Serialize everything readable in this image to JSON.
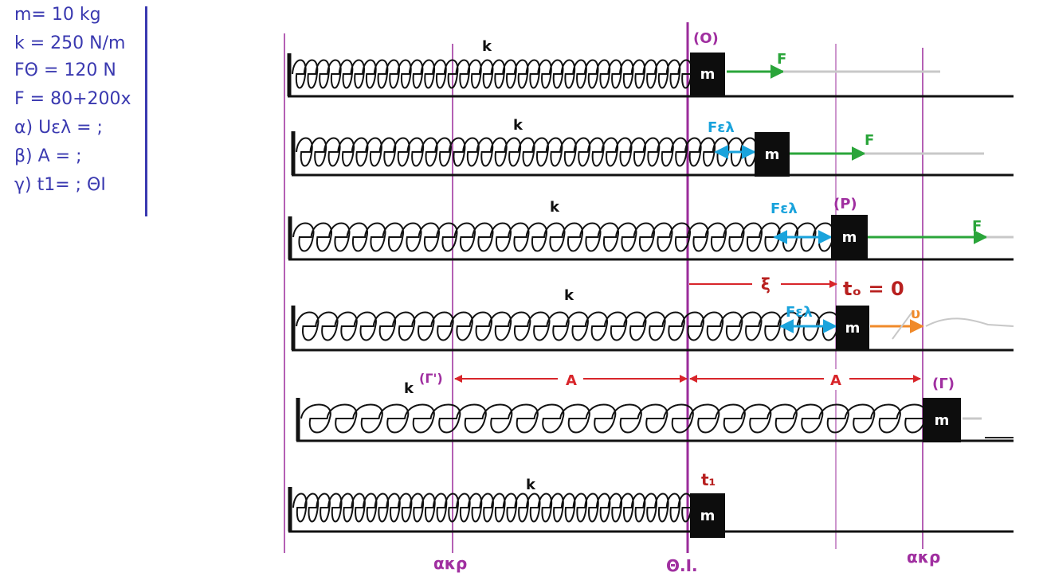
{
  "given": {
    "lines": [
      "m= 10 kg",
      "k = 250 N/m",
      "FΘ = 120 N",
      "F = 80+200x",
      "α) Uελ = ;",
      "β) Α = ;",
      "γ) t1= ; ΘΙ"
    ]
  },
  "colors": {
    "given_text": "#3a39b0",
    "force_F": "#2aa53a",
    "force_Fel": "#1aa3dc",
    "velocity": "#f08a2a",
    "distance": "#d8252a",
    "guide": "#9b2c9b",
    "label_purple": "#a02fa0",
    "label_red": "#b8201f"
  },
  "labels": {
    "spring": "k",
    "mass": "m",
    "force": "F",
    "elastic_force": "Fελ",
    "point_O": "(Ο)",
    "point_P": "(Ρ)",
    "point_G": "(Γ)",
    "point_G_prime": "(Γ')",
    "displacement": "ξ",
    "t0": "tₒ = 0",
    "velocity": "υ",
    "amplitude": "Α",
    "t1": "t₁",
    "akr_left": "ακρ",
    "akr_right": "ακρ",
    "equilibrium": "Θ.Ι."
  }
}
